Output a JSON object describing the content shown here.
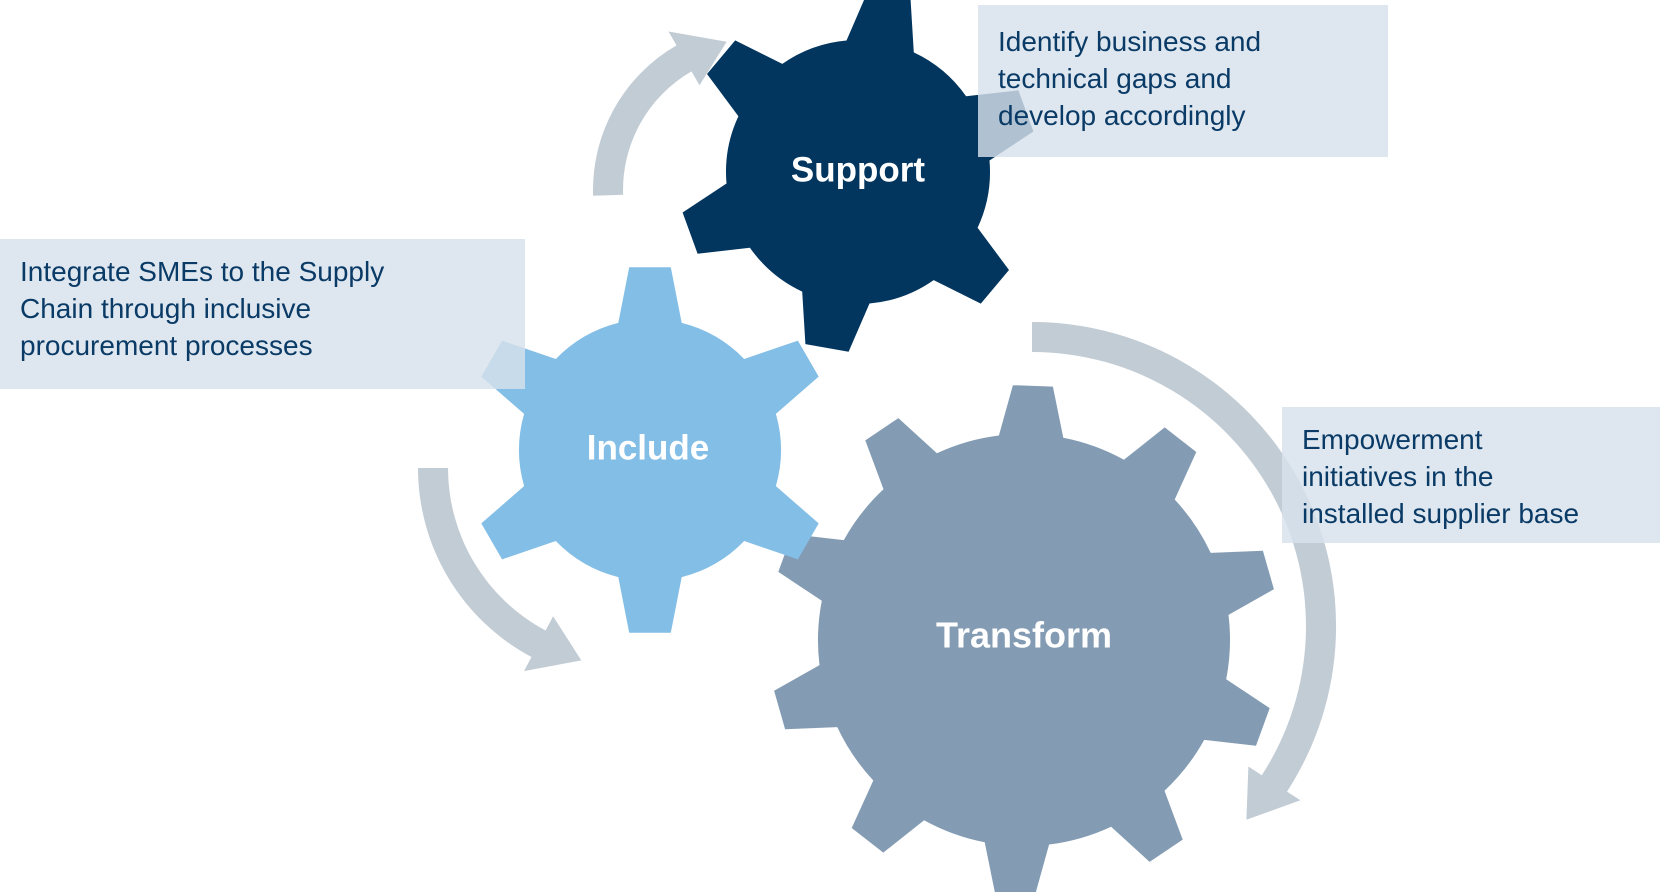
{
  "diagram": {
    "gears": {
      "support": {
        "label": "Support",
        "color": "#03365f"
      },
      "include": {
        "label": "Include",
        "color": "#83bee6"
      },
      "transform": {
        "label": "Transform",
        "color": "#839bb3"
      }
    },
    "arrow_color": "#c2ccd5",
    "callouts": {
      "support": {
        "lines": [
          "Identify business and",
          "technical gaps and",
          "develop accordingly"
        ]
      },
      "include": {
        "lines": [
          "Integrate SMEs to the Supply",
          "Chain through inclusive",
          "procurement processes"
        ]
      },
      "transform": {
        "lines": [
          "Empowerment",
          "initiatives in the",
          "installed supplier base"
        ]
      },
      "background": "#d7e2eb",
      "text_color": "#0a3a66"
    }
  }
}
